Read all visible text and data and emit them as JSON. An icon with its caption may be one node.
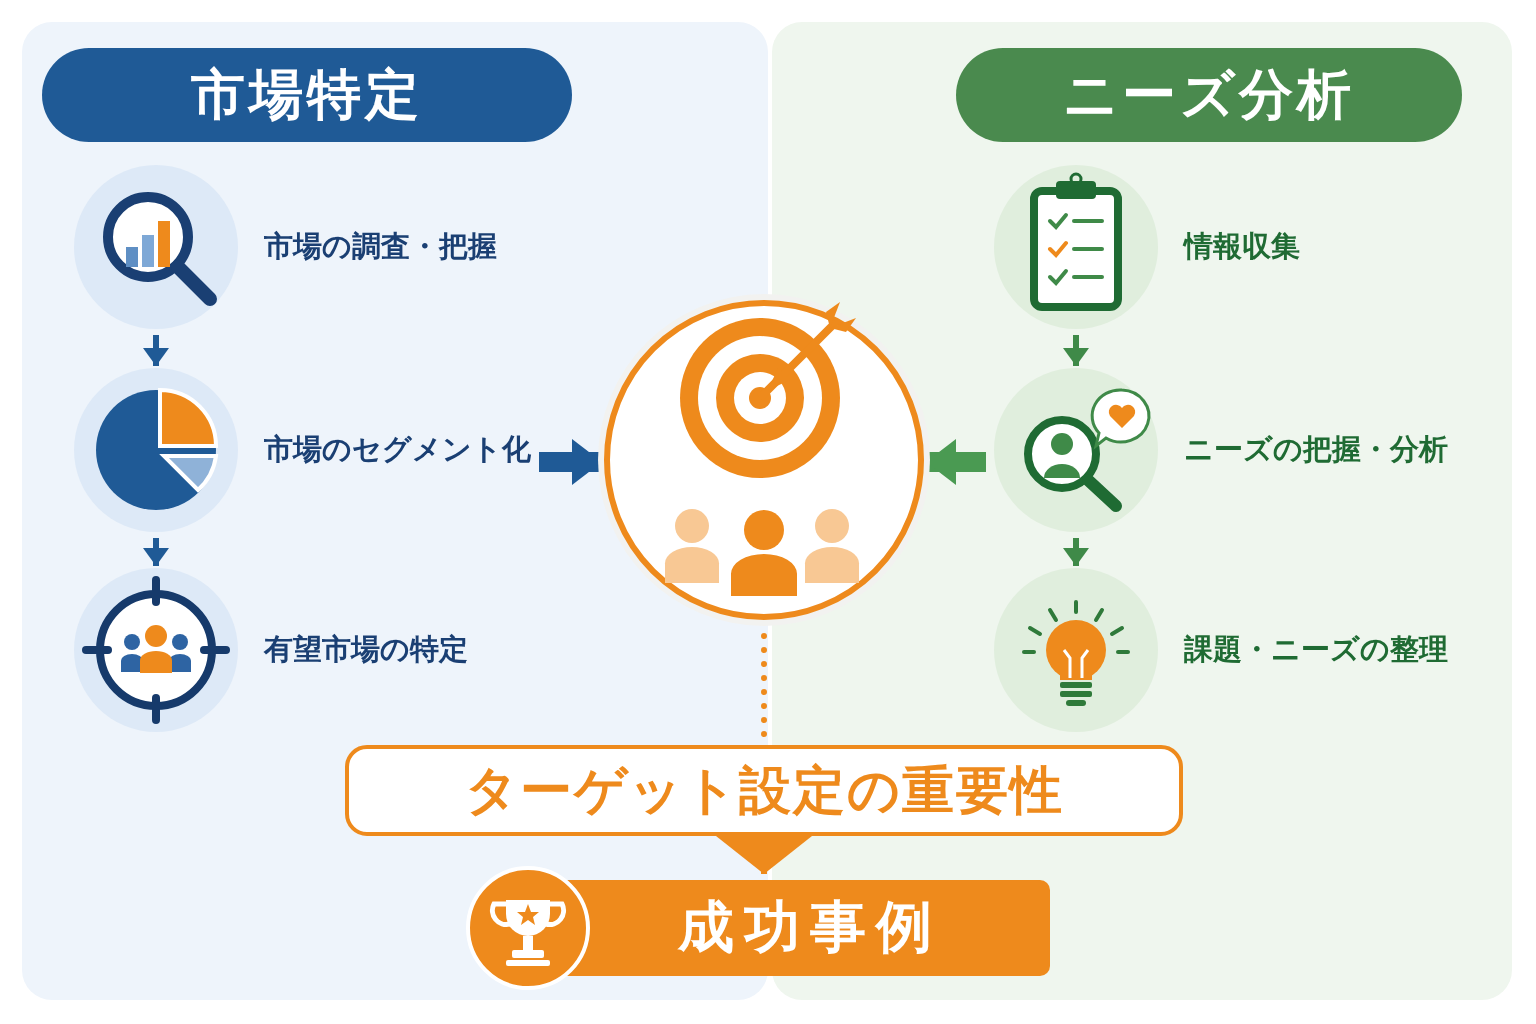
{
  "diagram": {
    "nodes": [
      {
        "text": [
          "市場特定"
        ]
      },
      {
        "text": [
          "市場の調査・把握"
        ]
      },
      {
        "text": [
          "市場のセグメント化"
        ]
      },
      {
        "text": [
          "有望市場の特定"
        ]
      },
      {
        "text": [
          "ニーズ分析"
        ]
      },
      {
        "text": [
          "情報収集"
        ]
      },
      {
        "text": [
          "ニーズの把握・分析"
        ]
      },
      {
        "text": [
          "課題・ニーズの整理"
        ]
      },
      {
        "text": [],
        "shape": "circle"
      },
      {
        "text": [
          "ターゲット設定の重要性"
        ]
      },
      {
        "text": [
          "成功事例"
        ]
      }
    ],
    "edges": [
      {
        "from": 1,
        "to": 2,
        "arrow": "to",
        "color": "#1f5a96"
      },
      {
        "from": 2,
        "to": 3,
        "arrow": "to",
        "color": "#1f5a96"
      },
      {
        "from": 5,
        "to": 6,
        "arrow": "to",
        "color": "#3f8a48"
      },
      {
        "from": 6,
        "to": 7,
        "arrow": "to",
        "color": "#3f8a48"
      },
      {
        "from": 2,
        "to": 8,
        "arrow": "to",
        "style": "thick",
        "color": "#1f5a96"
      },
      {
        "from": 6,
        "to": 8,
        "arrow": "to",
        "style": "thick",
        "color": "#4a9a52"
      },
      {
        "from": 8,
        "to": 9,
        "arrow": "none",
        "style": "dashed",
        "color": "#ee8a1c"
      },
      {
        "from": 9,
        "to": 10,
        "arrow": "to",
        "color": "#ee8a1c"
      }
    ]
  }
}
